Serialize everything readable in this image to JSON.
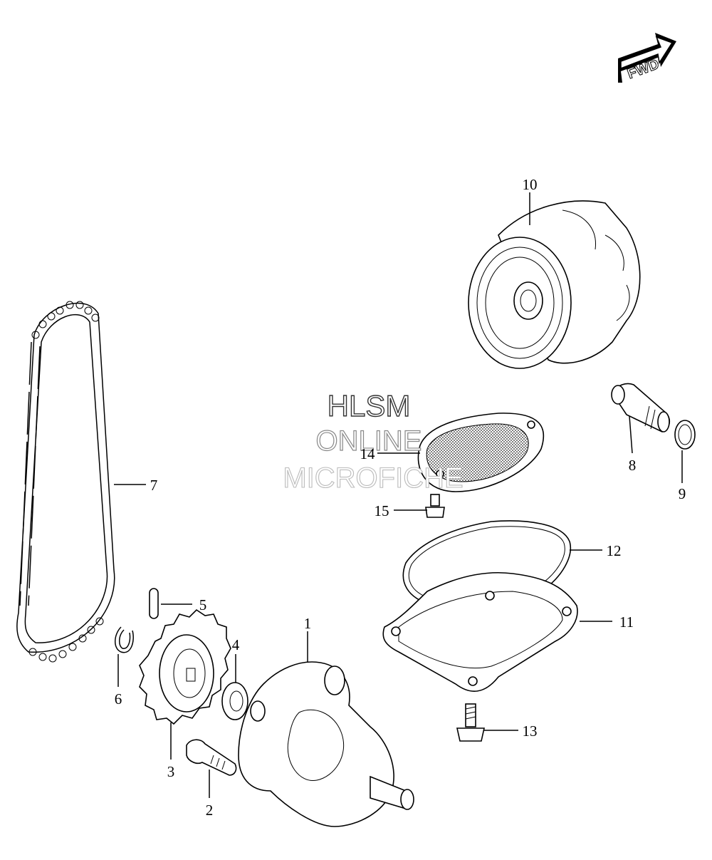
{
  "fwd_label": "FWD",
  "watermark": {
    "line1": "HLSM",
    "line2": "ONLINE",
    "line3": "MICROFICHE"
  },
  "parts": [
    {
      "number": "1"
    },
    {
      "number": "2"
    },
    {
      "number": "3"
    },
    {
      "number": "4"
    },
    {
      "number": "5"
    },
    {
      "number": "6"
    },
    {
      "number": "7"
    },
    {
      "number": "8"
    },
    {
      "number": "9"
    },
    {
      "number": "10"
    },
    {
      "number": "11"
    },
    {
      "number": "12"
    },
    {
      "number": "13"
    },
    {
      "number": "14"
    },
    {
      "number": "15"
    }
  ]
}
